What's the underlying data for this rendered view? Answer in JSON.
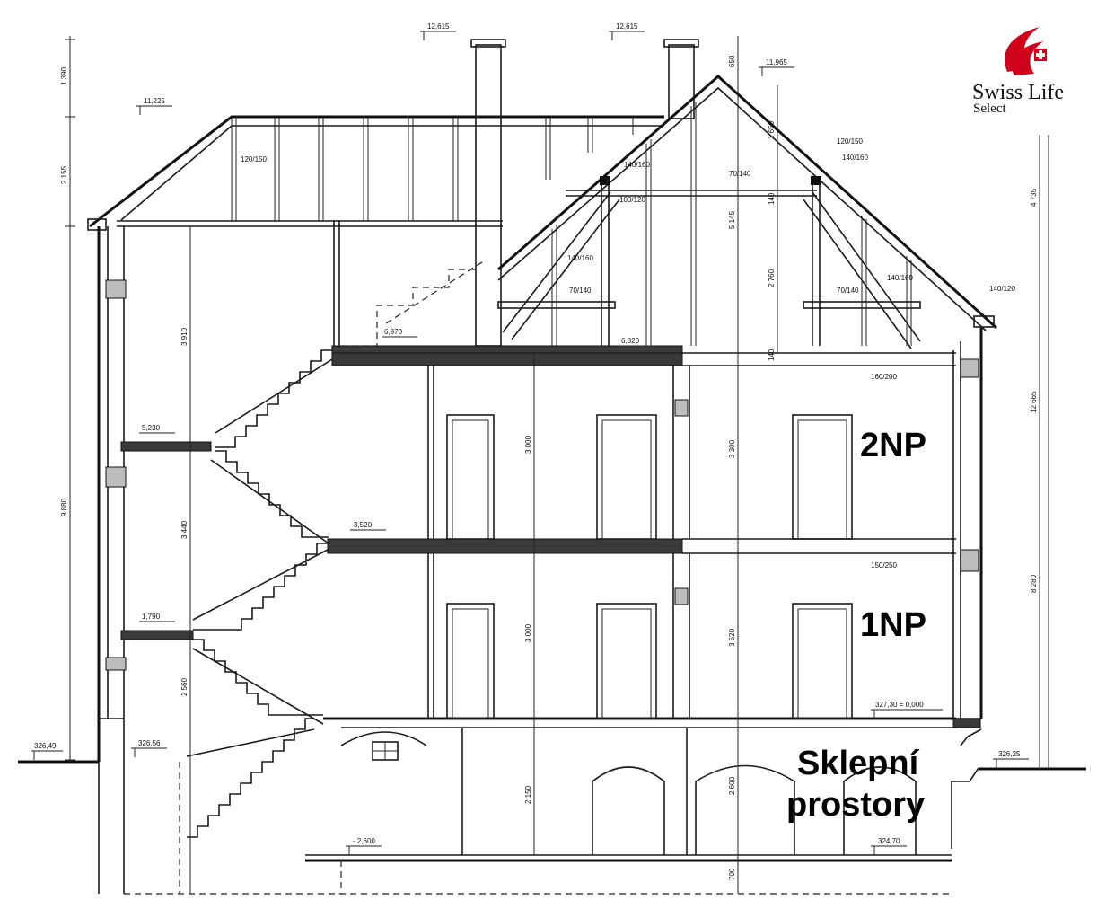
{
  "logo": {
    "name": "Swiss Life",
    "subtitle": "Select",
    "accent": "#d0021b"
  },
  "floors": {
    "floor2": "2NP",
    "floor1": "1NP",
    "basement_line1": "Sklepní",
    "basement_line2": "prostory"
  },
  "levels": {
    "chimney_top_left": "12,615",
    "chimney_top_right": "12,615",
    "ridge": "11,965",
    "eave": "11,225",
    "attic_stair": "6,970",
    "attic_floor": "6,820",
    "landing_upper": "5,230",
    "floor2": "3,520",
    "landing_lower": "1,790",
    "ground_left": "326,49",
    "entrance": "326,56",
    "floor1_zero": "327,30 = 0,000",
    "ground_right": "326,25",
    "basement_rel": "- 2,600",
    "basement_abs": "324,70"
  },
  "beams": {
    "rafter_left": "120/150",
    "rafter_right": "120/150",
    "purlin_a": "140/160",
    "purlin_b": "140/160",
    "collar": "70/140",
    "post": "100/120",
    "brace": "140/160",
    "tie_left": "70/140",
    "tie_right": "70/140",
    "brace_right": "140/160",
    "eave_beam": "140/120",
    "ceiling_2np": "160/200",
    "ceiling_1np": "150/250"
  },
  "dimensions": {
    "left_1390": "1 390",
    "left_2155": "2 155",
    "left_9880": "9 880",
    "stair_3910": "3 910",
    "stair_3440": "3 440",
    "stair_2560": "2 560",
    "room_3000_upper": "3 000",
    "room_3000_lower": "3 000",
    "basement_2150": "2 150",
    "mid_650": "650",
    "mid_5145": "5 145",
    "mid_3300": "3 300",
    "mid_3520": "3 520",
    "mid_2600": "2 600",
    "mid_700": "700",
    "roof_1650": "1 650",
    "roof_140": "140",
    "roof_2760": "2 760",
    "slab_140": "140",
    "right_4735": "4 735",
    "right_12665": "12 665",
    "right_8280": "8 280"
  }
}
